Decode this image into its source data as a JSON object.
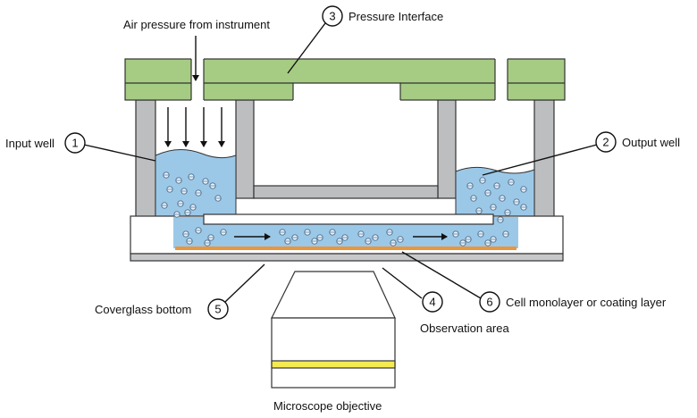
{
  "labels": {
    "air_pressure": "Air pressure from instrument",
    "pressure_interface": "Pressure Interface",
    "input_well": "Input well",
    "output_well": "Output well",
    "coverglass_bottom": "Coverglass bottom",
    "observation_area": "Observation area",
    "cell_monolayer": "Cell monolayer or coating layer",
    "microscope_objective": "Microscope objective"
  },
  "callouts": {
    "input_well": "1",
    "output_well": "2",
    "pressure_interface": "3",
    "observation_area": "4",
    "coverglass_bottom": "5",
    "cell_monolayer": "6"
  },
  "colors": {
    "interface_green": "#a6cc83",
    "wall_gray": "#bcbec0",
    "medium_blue": "#9cc8e8",
    "coating_orange": "#e9963c",
    "lens_yellow": "#f5ea50",
    "outline": "#333333"
  },
  "icons": {
    "air_arrows": "down-arrow-icon",
    "flow_arrows": "right-arrow-icon",
    "cells": "cell-particle-icon"
  }
}
